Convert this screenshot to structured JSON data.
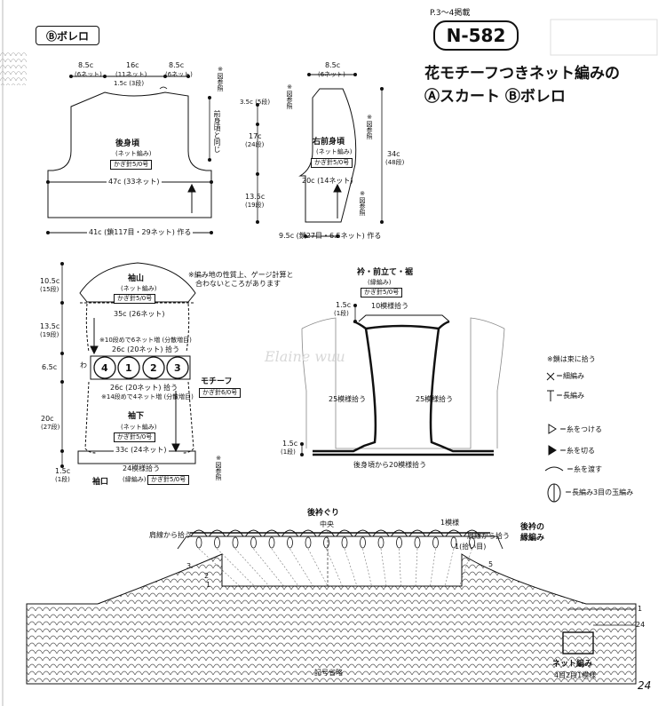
{
  "header": {
    "section_badge": "Ⓑボレロ",
    "page_ref": "P.3～4掲載",
    "pattern_code": "N-582",
    "title_line1": "花モチーフつきネット編みの",
    "title_line2": "Ⓐスカート Ⓑボレロ",
    "page_number": "24"
  },
  "back_body": {
    "top_widths": [
      "8.5c",
      "16c",
      "8.5c"
    ],
    "top_nets": [
      "(6ネット)",
      "(11ネット)",
      "(6ネット)"
    ],
    "neck_depth": "1.5c (3段)",
    "refer": "※図参照",
    "same_as_front": "前身頃と同じ",
    "name": "後身頃",
    "stitch": "(ネット編み)",
    "hook": "かぎ針5/0号",
    "mid_width": "47c (33ネット)",
    "bottom": "41c (鎖117目・29ネット) 作る"
  },
  "right_front": {
    "top_width": "8.5c",
    "top_nets": "(6ネット)",
    "refer_left": "※図参照",
    "refer_right": "※図参照",
    "refer_bottom": "※図参照",
    "h1": "3.5c (5段)",
    "h2a": "17c",
    "h2b": "(24段)",
    "h3a": "13.5c",
    "h3b": "(19段)",
    "total_a": "34c",
    "total_b": "(48段)",
    "name": "右前身頃",
    "stitch": "(ネット編み)",
    "hook": "かぎ針5/0号",
    "width": "20c (14ネット)",
    "bottom": "9.5c (鎖27目・6.5ネット) 作る"
  },
  "sleeve": {
    "cap_name": "袖山",
    "cap_stitch": "(ネット編み)",
    "cap_hook": "かぎ針5/0号",
    "note_line1": "※編み地の性質上、ゲージ計算と",
    "note_line2": "合わないところがあります",
    "h1a": "10.5c",
    "h1b": "(15段)",
    "cap_width": "35c (26ネット)",
    "h2a": "13.5c",
    "h2b": "(19段)",
    "inc_note1": "※10段めで6ネット増 (分散増目)",
    "motif_pick_top": "26c (20ネット) 拾う",
    "h3": "6.5c",
    "wa": "わ",
    "motifs": [
      "4",
      "1",
      "2",
      "3"
    ],
    "motif_label": "モチーフ",
    "motif_hook": "かぎ針6/0号",
    "motif_pick_bottom": "26c (20ネット) 拾う",
    "inc_note2": "※14段めで4ネット増 (分散増目)",
    "under_name": "袖下",
    "under_stitch": "(ネット編み)",
    "under_hook": "かぎ針5/0号",
    "h4a": "20c",
    "h4b": "(27段)",
    "under_width": "33c (24ネット)",
    "cuff_pick": "24模様拾う",
    "h5a": "1.5c",
    "h5b": "(1段)",
    "cuff_name": "袖口",
    "cuff_stitch": "(縁編み)",
    "cuff_hook": "かぎ針5/0号",
    "refer": "※図参照"
  },
  "collar": {
    "name": "衿・前立て・裾",
    "stitch": "(縁編み)",
    "hook": "かぎ針5/0号",
    "top_h_a": "1.5c",
    "top_h_b": "(1段)",
    "neck_pick": "10模様拾う",
    "left_pick": "25模様拾う",
    "right_pick": "25模様拾う",
    "bot_h_a": "1.5c",
    "bot_h_b": "(1段)",
    "bottom_pick": "後身頃から20模様拾う",
    "watermark": "Elaine wuu"
  },
  "legend": {
    "items": [
      "※鎖は束に拾う",
      "＝細編み",
      "＝長編み",
      "＝糸をつける",
      "＝糸を切る",
      "＝糸を渡す",
      "＝長編み3目の玉編み"
    ]
  },
  "chart": {
    "neckline": "後衿ぐり",
    "center": "中央",
    "one_pattern": "1模様",
    "left_pick": "肩線から拾う",
    "right_pick": "肩線から拾う",
    "right_start": "1(拾い目)",
    "edge_name_a": "後衿の",
    "edge_name_b": "縁編み",
    "row3": "3",
    "row2": "2",
    "row1": "1",
    "row5": "5",
    "row1r": "1",
    "row24": "24",
    "net_name": "ネット編み",
    "net_rule": "4目2段1模様",
    "omit": "記号省略"
  }
}
